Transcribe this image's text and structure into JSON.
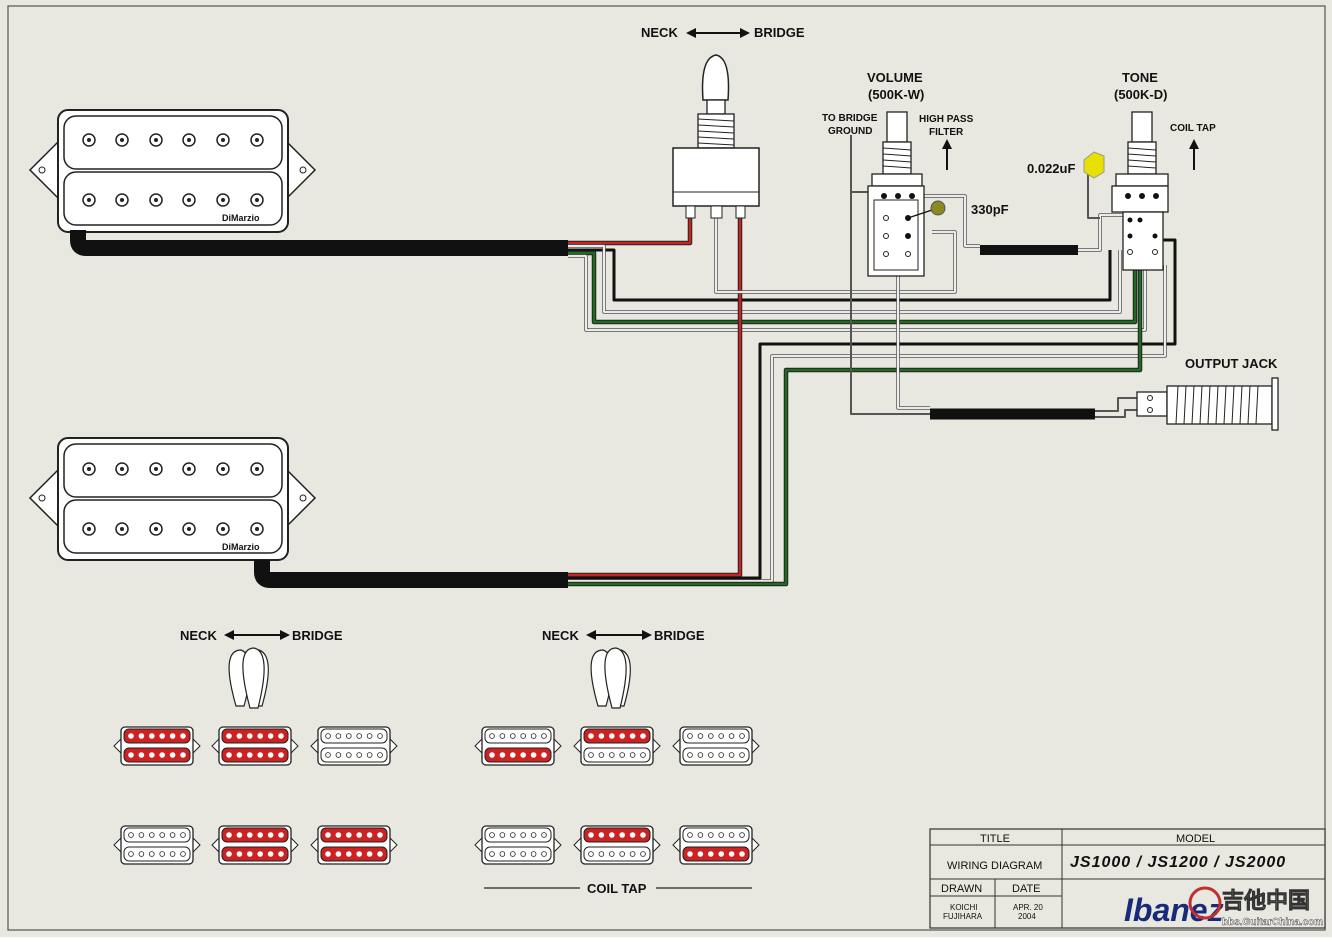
{
  "selector": {
    "neck_label": "NECK",
    "bridge_label": "BRIDGE"
  },
  "volume": {
    "title": "VOLUME",
    "value": "(500K-W)",
    "to_bridge_ground_line1": "TO BRIDGE",
    "to_bridge_ground_line2": "GROUND",
    "high_pass_line1": "HIGH PASS",
    "high_pass_line2": "FILTER",
    "cap": "330pF"
  },
  "tone": {
    "title": "TONE",
    "value": "(500K-D)",
    "coil_tap": "COIL TAP",
    "cap": "0.022uF"
  },
  "output_jack": "OUTPUT JACK",
  "pickup_brand": "DiMarzio",
  "position_charts": [
    {
      "neck_label": "NECK",
      "bridge_label": "BRIDGE"
    },
    {
      "neck_label": "NECK",
      "bridge_label": "BRIDGE"
    }
  ],
  "coil_tap_caption": "COIL TAP",
  "title_block": {
    "title_header": "TITLE",
    "title_value": "WIRING DIAGRAM",
    "model_header": "MODEL",
    "model_value": "JS1000 / JS1200 / JS2000",
    "drawn_header": "DRAWN",
    "drawn_line1": "KOICHI",
    "drawn_line2": "FUJIHARA",
    "date_header": "DATE",
    "date_line1": "APR. 20",
    "date_line2": "2004",
    "brand": "Ibanez"
  },
  "watermark": {
    "text": "吉他中国",
    "url": "bbs.GuitarChina.com"
  },
  "colors": {
    "red": "#cc2222",
    "green": "#1f6b1f",
    "black": "#111111",
    "cap_yellow": "#e8e000",
    "cap_olive": "#8a8a20",
    "brand_blue": "#1a2a7a"
  }
}
